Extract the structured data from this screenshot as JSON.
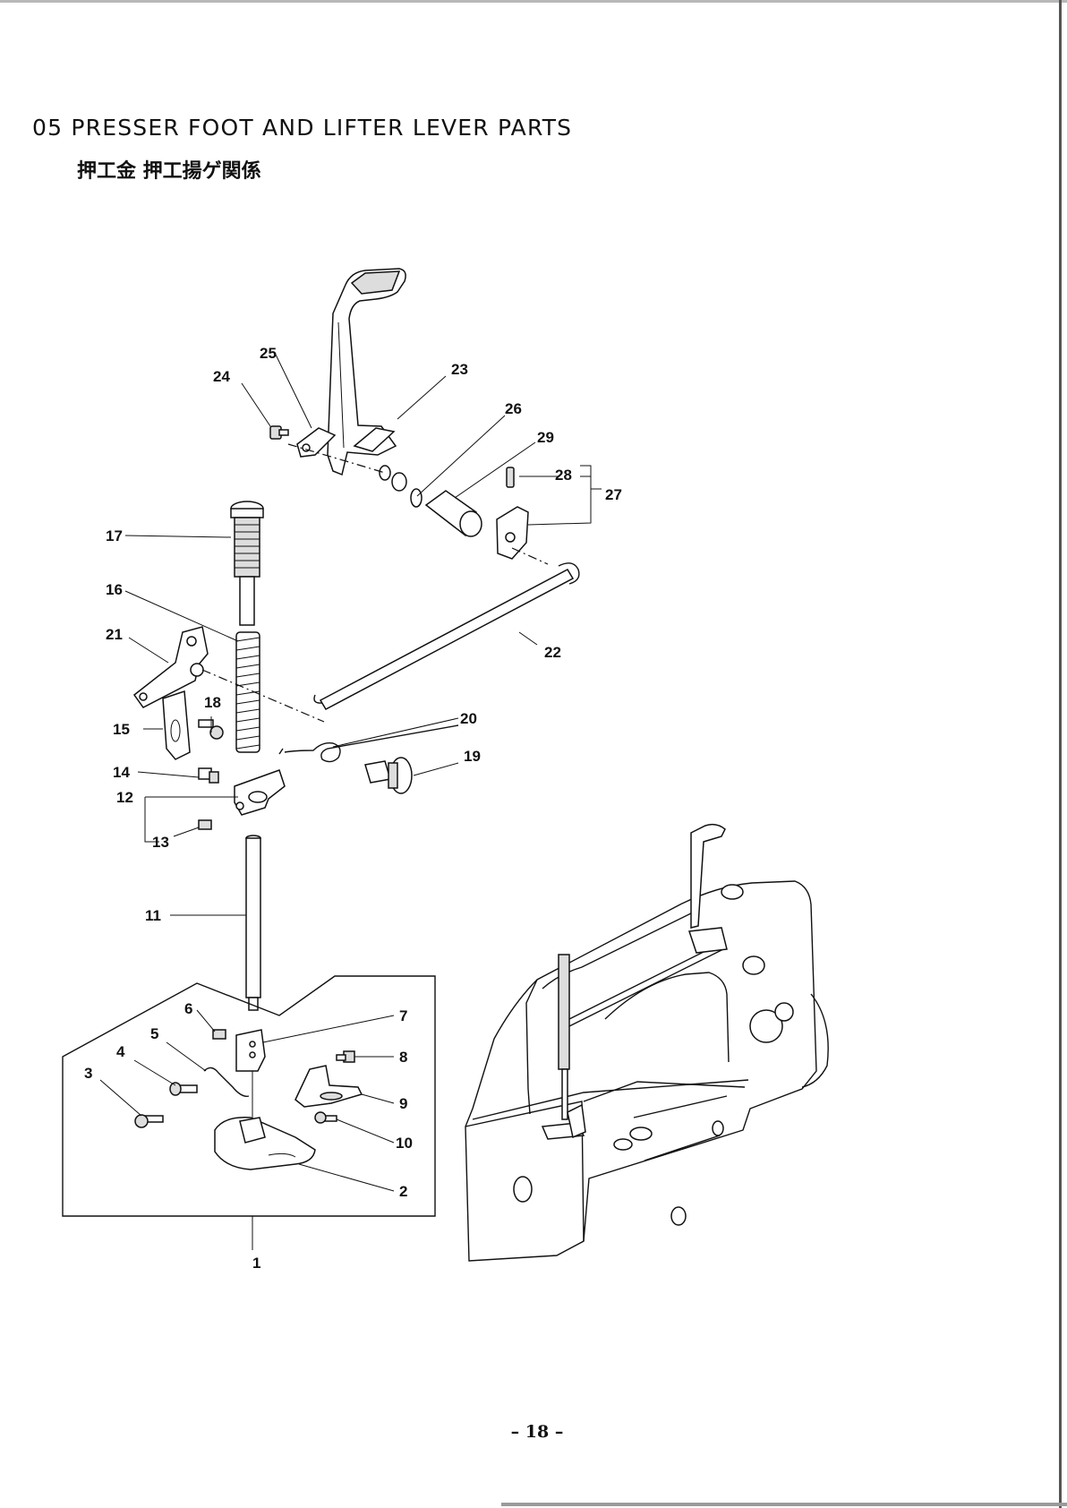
{
  "header": {
    "title": "05 PRESSER FOOT AND LIFTER LEVER PARTS",
    "subtitle": "押工金 押工揚ゲ関係"
  },
  "callouts": [
    "1",
    "2",
    "3",
    "4",
    "5",
    "6",
    "7",
    "8",
    "9",
    "10",
    "11",
    "12",
    "13",
    "14",
    "15",
    "16",
    "17",
    "18",
    "19",
    "20",
    "21",
    "22",
    "23",
    "24",
    "25",
    "26",
    "27",
    "28",
    "29"
  ],
  "footer": {
    "page_number": "– 18 –"
  }
}
